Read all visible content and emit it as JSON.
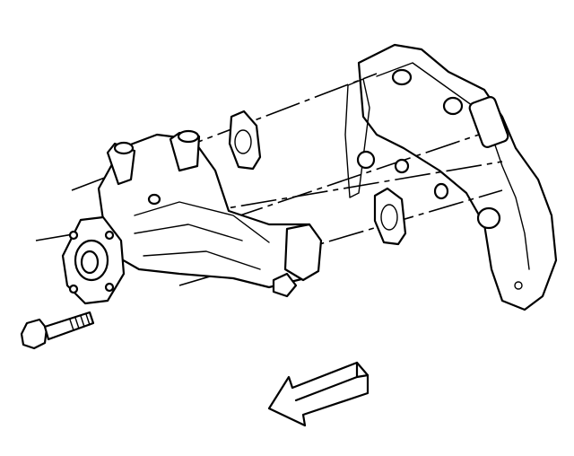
{
  "diagram": {
    "components": [
      {
        "id": "engine-front-cover",
        "label": ""
      },
      {
        "id": "water-pump-gasket-upper",
        "label": ""
      },
      {
        "id": "water-pump-gasket-lower",
        "label": ""
      },
      {
        "id": "water-pump",
        "label": ""
      },
      {
        "id": "water-pump-bolt",
        "label": ""
      },
      {
        "id": "direction-arrow",
        "label": ""
      }
    ],
    "colors": {
      "ink": "#000000",
      "paper": "#ffffff"
    }
  }
}
